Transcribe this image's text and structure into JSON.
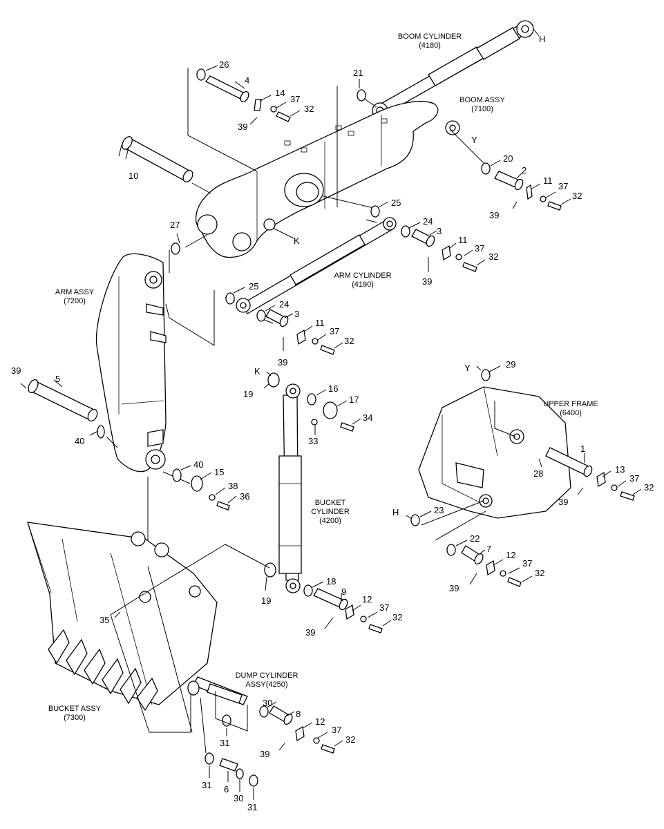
{
  "assemblies": {
    "boom_cylinder": {
      "name": "BOOM CYLINDER",
      "code": "(4180)"
    },
    "boom_assy": {
      "name": "BOOM ASSY",
      "code": "(7100)"
    },
    "arm_cylinder": {
      "name": "ARM CYLINDER",
      "code": "(4190)"
    },
    "arm_assy": {
      "name": "ARM ASSY",
      "code": "(7200)"
    },
    "bucket_cylinder": {
      "name1": "BUCKET",
      "name2": "CYLINDER",
      "code": "(4200)"
    },
    "upper_frame": {
      "name": "UPPER FRAME",
      "code": "(6400)"
    },
    "dump_cylinder": {
      "name1": "DUMP CYLINDER",
      "name2": "ASSY(4250)"
    },
    "bucket_assy": {
      "name": "BUCKET ASSY",
      "code": "(7300)"
    }
  },
  "refs": {
    "h": "H",
    "y": "Y",
    "k": "K"
  },
  "callouts": {
    "n1": "1",
    "n2": "2",
    "n3": "3",
    "n4": "4",
    "n5": "5",
    "n6": "6",
    "n7": "7",
    "n8": "8",
    "n9": "9",
    "n10": "10",
    "n11": "11",
    "n12": "12",
    "n13": "13",
    "n14": "14",
    "n15": "15",
    "n16": "16",
    "n17": "17",
    "n18": "18",
    "n19": "19",
    "n20": "20",
    "n21": "21",
    "n22": "22",
    "n23": "23",
    "n24": "24",
    "n25": "25",
    "n26": "26",
    "n27": "27",
    "n28": "28",
    "n29": "29",
    "n30": "30",
    "n31": "31",
    "n32": "32",
    "n33": "33",
    "n34": "34",
    "n35": "35",
    "n36": "36",
    "n37": "37",
    "n38": "38",
    "n39": "39",
    "n40": "40"
  }
}
